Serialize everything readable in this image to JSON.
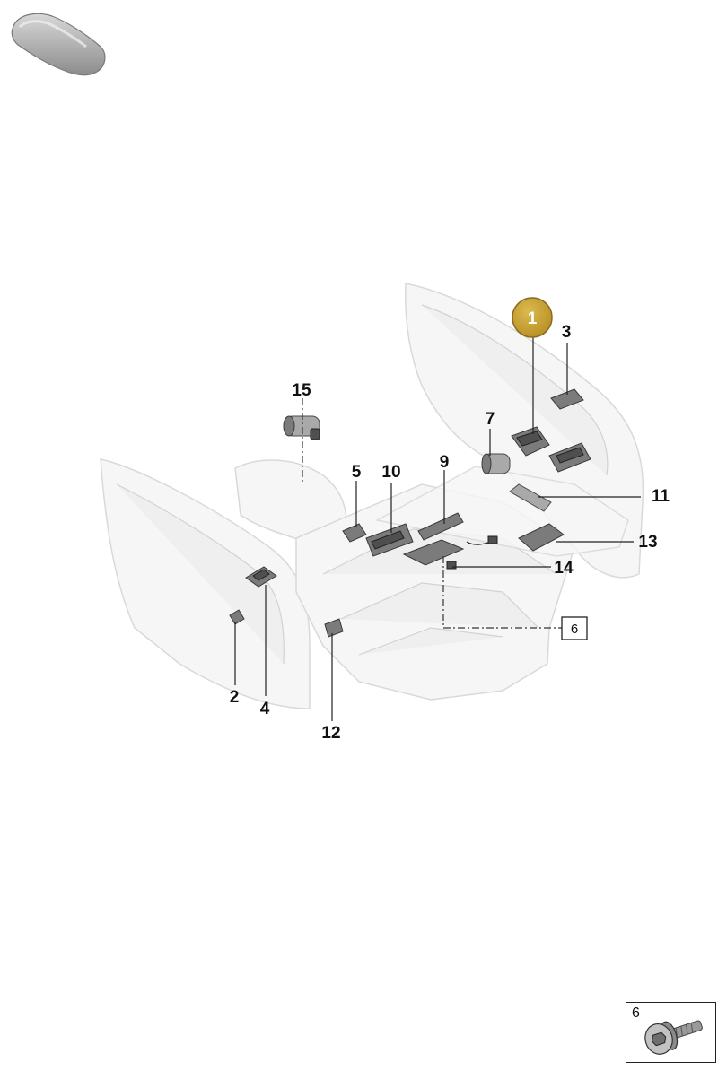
{
  "callouts": {
    "c1": "1",
    "c2": "2",
    "c3": "3",
    "c4": "4",
    "c5": "5",
    "c6": "6",
    "c7": "7",
    "c9": "9",
    "c10": "10",
    "c11": "11",
    "c12": "12",
    "c13": "13",
    "c14": "14",
    "c15": "15"
  },
  "detail": {
    "label": "6"
  },
  "colors": {
    "highlight": "#c9a33b",
    "highlight_border": "#8c6d1f"
  },
  "icons": {
    "car": "car-silhouette-icon",
    "screw": "screw-icon"
  }
}
